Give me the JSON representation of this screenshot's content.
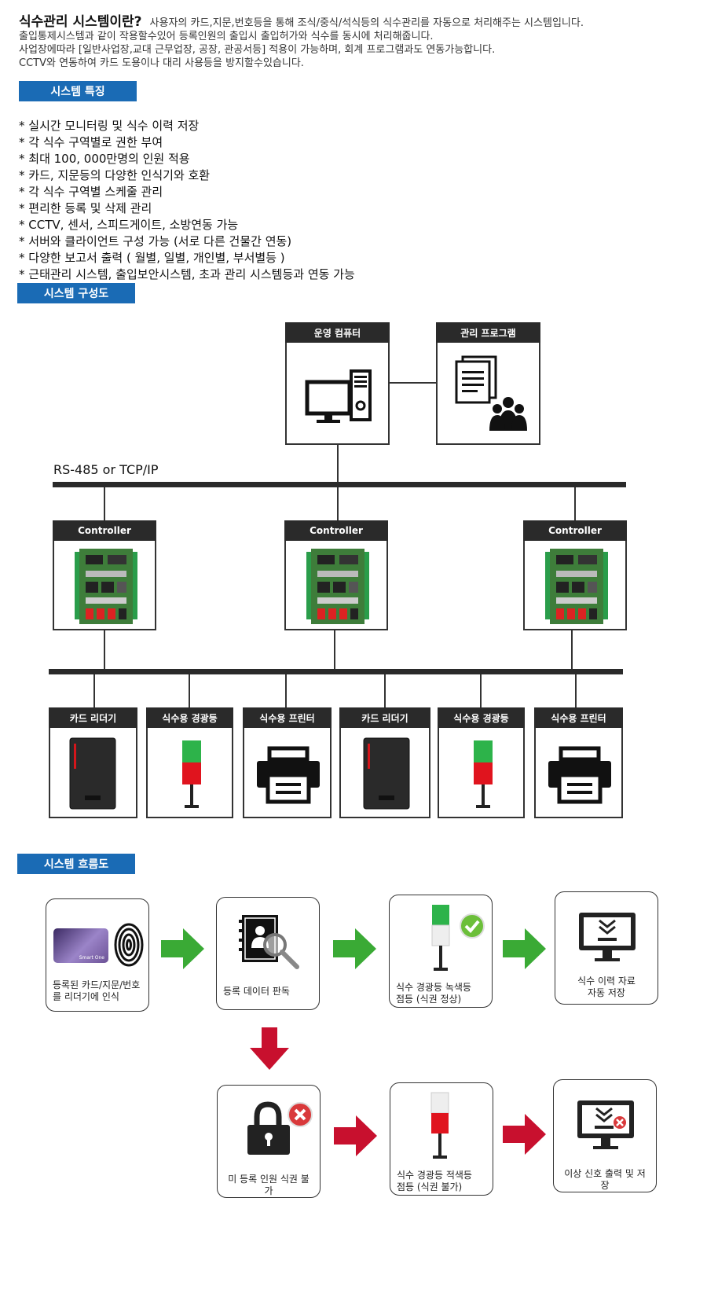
{
  "intro": {
    "title": "식수관리 시스템이란?",
    "line1": "사용자의 카드,지문,번호등을 통해 조식/중식/석식등의 식수관리를 자동으로 처리해주는 시스템입니다.",
    "line2": "출입통제시스템과 같이 작용할수있어 등록인원의 출입시 출입허가와 식수를 동시에 처리해줍니다.",
    "line3": "사업장에따라 [일반사업장,교대 근무업장, 공장, 관공서등] 적용이 가능하며, 회계 프로그램과도 연동가능합니다.",
    "line4": "CCTV와 연동하여 카드 도용이나 대리 사용등을 방지할수있습니다."
  },
  "sections": {
    "features": "시스템 특징",
    "structure": "시스템 구성도",
    "flow": "시스템 흐름도"
  },
  "features": [
    "* 실시간 모니터링 및 식수 이력 저장",
    "* 각 식수 구역별로 권한 부여",
    "* 최대 100, 000만명의 인원 적용",
    "* 카드, 지문등의 다양한 인식기와 호환",
    "* 각 식수 구역별 스케줄 관리",
    "* 편리한 등록 및 삭제 관리",
    "* CCTV, 센서, 스피드게이트, 소방연동 가능",
    "* 서버와 클라이언트 구성 가능 (서로 다른 건물간 연동)",
    "* 다양한 보고서 출력 ( 월별, 일별, 개인별, 부서별등 )",
    "* 근태관리 시스템, 출입보안시스템, 초과 관리 시스템등과 연동 가능"
  ],
  "diagram": {
    "computer": "운영 컴퓨터",
    "program": "관리 프로그램",
    "network": "RS-485 or TCP/IP",
    "controller": "Controller",
    "devices": [
      "카드 리더기",
      "식수용 경광등",
      "식수용 프린터",
      "카드 리더기",
      "식수용 경광등",
      "식수용 프린터"
    ]
  },
  "flow": {
    "step1": "등록된 카드/지문/번호\n를 리더기에 인식",
    "step2": "등록 데이터 판독",
    "step3": "식수 경광등 녹색등\n점등 (식권 정상)",
    "step4": "식수 이력 자료\n자동 저장",
    "step5": "미 등록 인원 식권 불가",
    "step6": "식수 경광등 적색등\n점등 (식권 불가)",
    "step7": "이상 신호 출력 및 저장",
    "card_text": "Smart One"
  },
  "colors": {
    "section_bg": "#1a6bb5",
    "header_bg": "#2a2a2a",
    "green_arrow": "#3aaa35",
    "red_arrow": "#c8102e",
    "lamp_green": "#2db34a",
    "lamp_red": "#e0141e"
  }
}
